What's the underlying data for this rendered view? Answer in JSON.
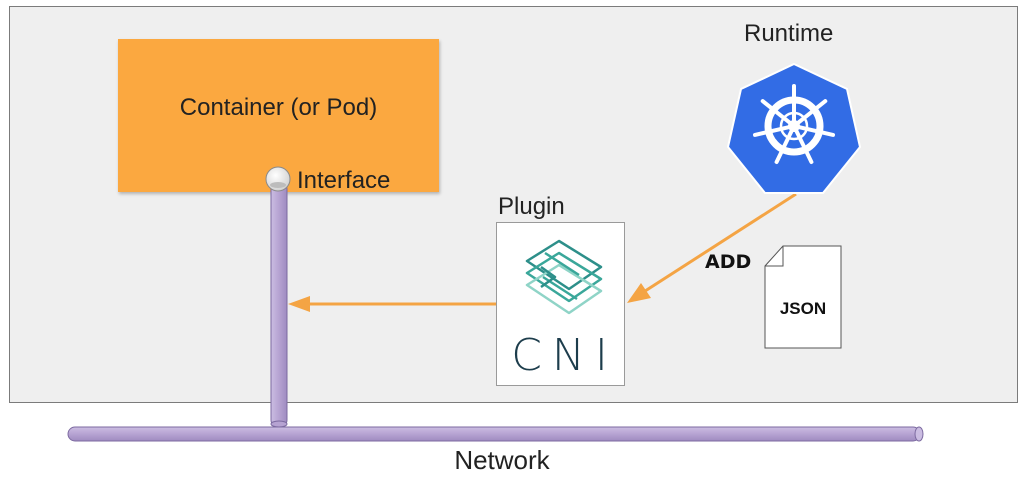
{
  "labels": {
    "container": "Container (or Pod)",
    "interface": "Interface",
    "plugin": "Plugin",
    "runtime": "Runtime",
    "add": "ADD",
    "json": "JSON",
    "network": "Network",
    "cni": "CNI"
  },
  "colors": {
    "container_fill": "#fba840",
    "pipe_fill": "#b8a5d3",
    "arrow": "#f4a444",
    "kubernetes_blue": "#326ce5",
    "cni_teal": "#4fb6a5",
    "cni_text": "#1d3d4c"
  },
  "icons": [
    "kubernetes-icon",
    "cni-logo-icon",
    "document-icon"
  ]
}
